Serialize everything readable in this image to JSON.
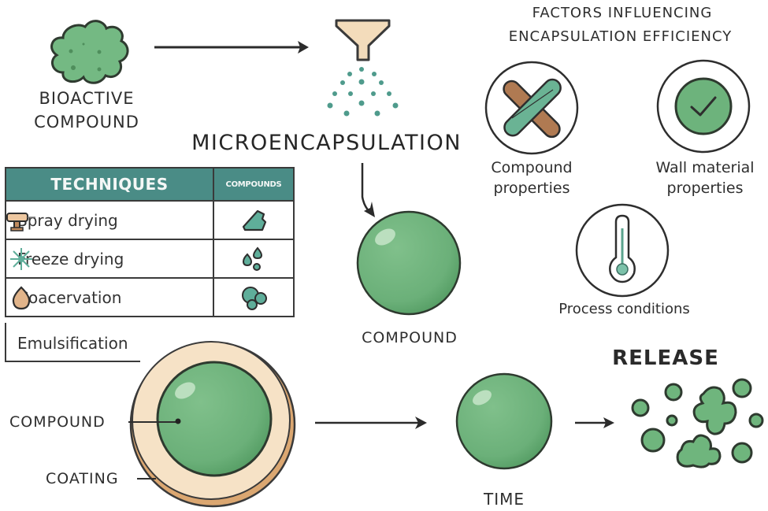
{
  "diagram": {
    "title": "Microencapsulation of Bioactive Compounds",
    "bioactive": {
      "line1": "BIOACTIVE",
      "line2": "COMPOUND",
      "icon": "bioactive-blob-icon"
    },
    "process_label": "MICROENCAPSULATION",
    "process_icon": "spray-funnel-icon",
    "center_compound_label": "COMPOUND",
    "factors": {
      "title_line1": "FACTORS INFLUENCING",
      "title_line2": "ENCAPSULATION EFFICIENCY",
      "items": [
        {
          "line1": "Compound",
          "line2": "properties",
          "icon": "crossed-capsules-icon"
        },
        {
          "line1": "Wall material",
          "line2": "properties",
          "icon": "checkmark-circle-icon"
        },
        {
          "line1": "Process conditions",
          "line2": "",
          "icon": "thermometer-icon"
        }
      ]
    },
    "table": {
      "header_techniques": "TECHNIQUES",
      "header_compounds": "COMPOUNDS",
      "rows": [
        {
          "technique": "Spray drying",
          "technique_icon": "spray-nozzle-icon",
          "compound_icon": "angular-particle-icon"
        },
        {
          "technique": "Freeze drying",
          "technique_icon": "snowflake-icon",
          "compound_icon": "droplets-icon"
        },
        {
          "technique": "Coacervation",
          "technique_icon": "drop-icon",
          "compound_icon": "clustered-spheres-icon"
        },
        {
          "technique": "Emulsification",
          "technique_icon": "",
          "compound_icon": ""
        }
      ]
    },
    "capsule": {
      "core_label": "COMPOUND",
      "shell_label": "COATING"
    },
    "time_label": "TIME",
    "release_label": "RELEASE",
    "colors": {
      "green": "#6fb57d",
      "green_dark": "#4f9960",
      "teal": "#4a8c86",
      "teal_light": "#5fae9a",
      "beige": "#f5e1c4",
      "tan": "#d9a877",
      "brown": "#9c6a45",
      "outline": "#2e2e2e"
    }
  }
}
